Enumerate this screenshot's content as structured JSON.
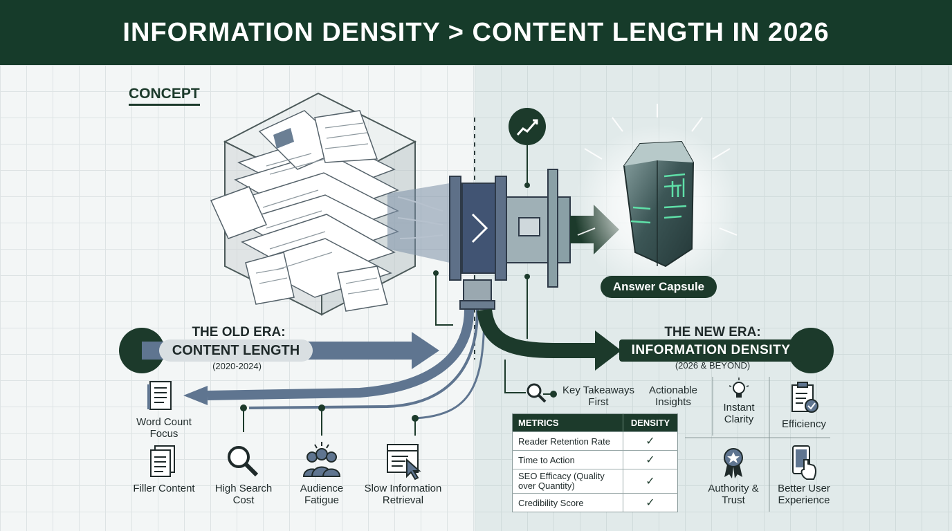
{
  "header": {
    "title": "INFORMATION DENSITY > CONTENT LENGTH IN 2026"
  },
  "concept_label": "CONCEPT",
  "old_era": {
    "title": "THE OLD ERA:",
    "label": "CONTENT LENGTH",
    "years": "(2020-2024)",
    "items": [
      {
        "label": "Word Count Focus",
        "icon": "document-icon"
      },
      {
        "label": "Filler Content",
        "icon": "papers-icon"
      },
      {
        "label": "High Search Cost",
        "icon": "magnifier-icon"
      },
      {
        "label": "Audience Fatigue",
        "icon": "audience-icon"
      },
      {
        "label": "Slow Information Retrieval",
        "icon": "browser-cursor-icon"
      }
    ]
  },
  "new_era": {
    "title": "THE NEW ERA:",
    "label": "INFORMATION DENSITY",
    "years": "(2026 & BEYOND)",
    "capsule_label": "Answer Capsule",
    "key_takeaways": "Key Takeaways First",
    "actionable": "Actionable Insights",
    "benefits": [
      {
        "label": "Instant Clarity",
        "icon": "lightbulb-icon"
      },
      {
        "label": "Efficiency",
        "icon": "clipboard-check-icon"
      },
      {
        "label": "Authority & Trust",
        "icon": "award-ribbon-icon"
      },
      {
        "label": "Better User Experience",
        "icon": "phone-tap-icon"
      }
    ],
    "metrics_table": {
      "headers": [
        "METRICS",
        "DENSITY"
      ],
      "rows": [
        {
          "metric": "Reader Retention Rate",
          "check": "✓"
        },
        {
          "metric": "Time to Action",
          "check": "✓"
        },
        {
          "metric": "SEO Efficacy (Quality over Quantity)",
          "check": "✓"
        },
        {
          "metric": "Credibility Score",
          "check": "✓"
        }
      ]
    }
  },
  "colors": {
    "dark_green": "#163b2a",
    "slate_blue": "#5f7590",
    "light_bg": "#f3f6f6"
  }
}
